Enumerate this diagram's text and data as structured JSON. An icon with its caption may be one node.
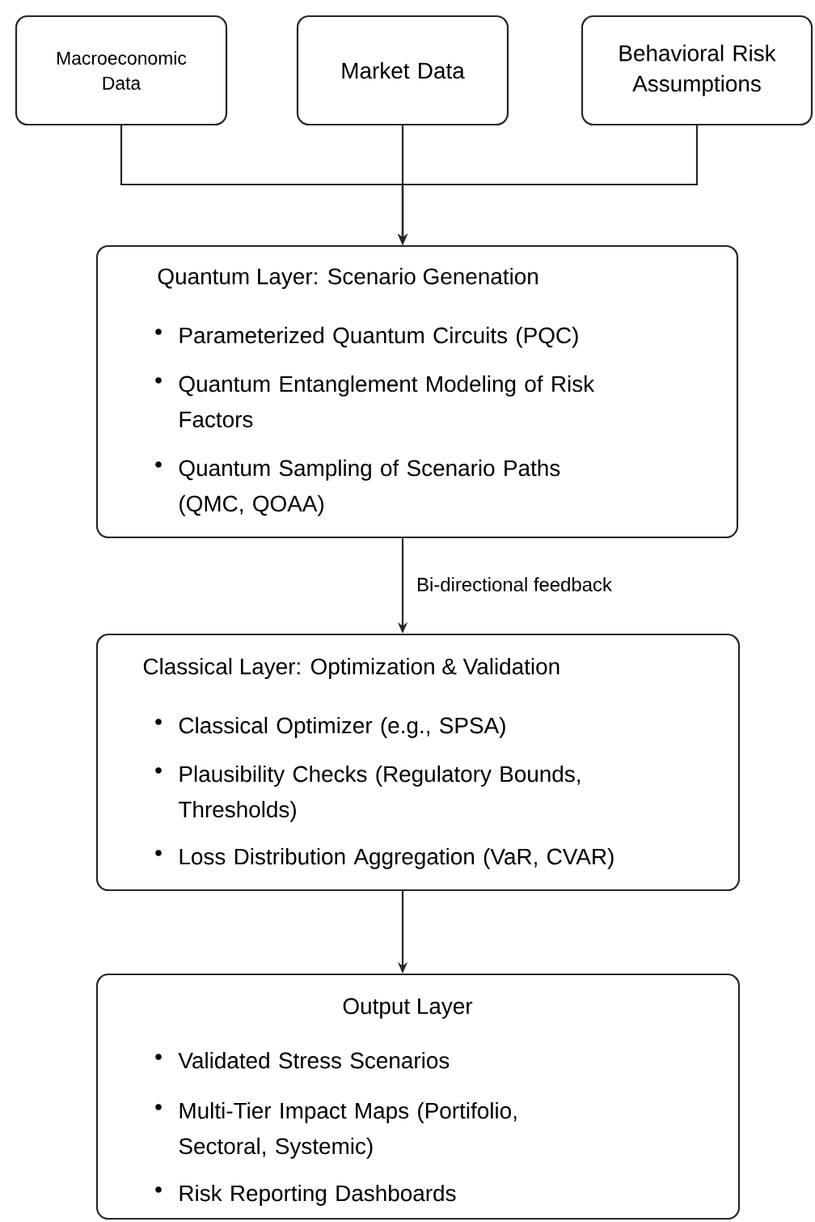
{
  "diagram": {
    "nodes": [
      {
        "text": [
          "Macroeconomic Data"
        ]
      },
      {
        "text": [
          "Market Data"
        ]
      },
      {
        "text": [
          "Behavioral Risk Assumptions"
        ]
      },
      {
        "text": [
          "Quantum Layer: Scenario Genenation",
          "Parameterized Quantum Circuits (PQC)",
          "Quantum Entanglement Modeling of Risk Factors",
          "Quantum Sampling of Scenario Paths (QMC, QOAA)"
        ]
      },
      {
        "text": [
          "Classical Layer: Optimization & Validation",
          "Classical Optimizer (e.g., SPSA)",
          "Plausibility Checks (Regulatory Bounds, Thresholds)",
          "Loss Distribution Aggregation (VaR, CVAR)"
        ]
      },
      {
        "text": [
          "Output Layer",
          "Validated Stress Scenarios",
          "Multi-Tier Impact Maps (Portifolio, Sectoral, Systemic)",
          "Risk Reporting Dashboards"
        ]
      }
    ],
    "edges": [
      {
        "from": 0,
        "to": 3,
        "arrow": "to"
      },
      {
        "from": 1,
        "to": 3,
        "arrow": "to"
      },
      {
        "from": 2,
        "to": 3,
        "arrow": "to"
      },
      {
        "from": 3,
        "to": 4,
        "arrow": "to",
        "label": "Bi-directional feedback"
      },
      {
        "from": 4,
        "to": 5,
        "arrow": "to"
      }
    ]
  }
}
